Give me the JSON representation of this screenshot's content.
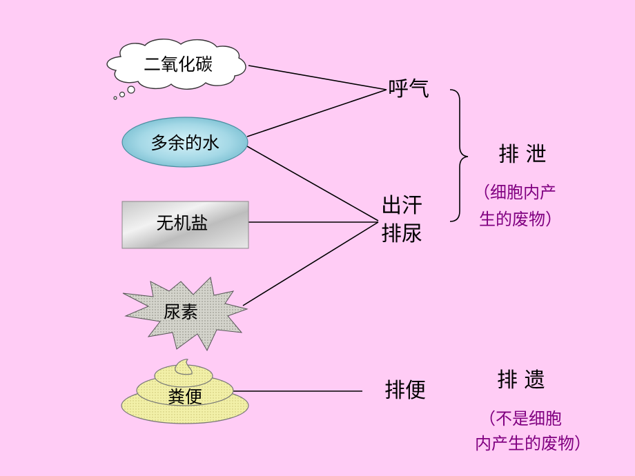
{
  "substances": {
    "co2": "二氧化碳",
    "water": "多余的水",
    "salt": "无机盐",
    "urea": "尿素",
    "feces": "粪便"
  },
  "processes": {
    "breathe": "呼气",
    "sweat": "出汗",
    "urinate": "排尿",
    "defecate": "排便"
  },
  "categories": {
    "excretion": {
      "title": "排 泄",
      "note_line1": "（细胞内产",
      "note_line2": "生的废物）"
    },
    "egestion": {
      "title": "排 遗",
      "note_line1": "（不是细胞",
      "note_line2": "内产生的废物）"
    }
  },
  "colors": {
    "background": "#ffccf5",
    "note_text": "#800080",
    "water_fill": "#a8dce8",
    "salt_fill": "#d8d8d8",
    "urea_fill": "#d0d0c8",
    "feces_fill": "#f0eea0"
  }
}
